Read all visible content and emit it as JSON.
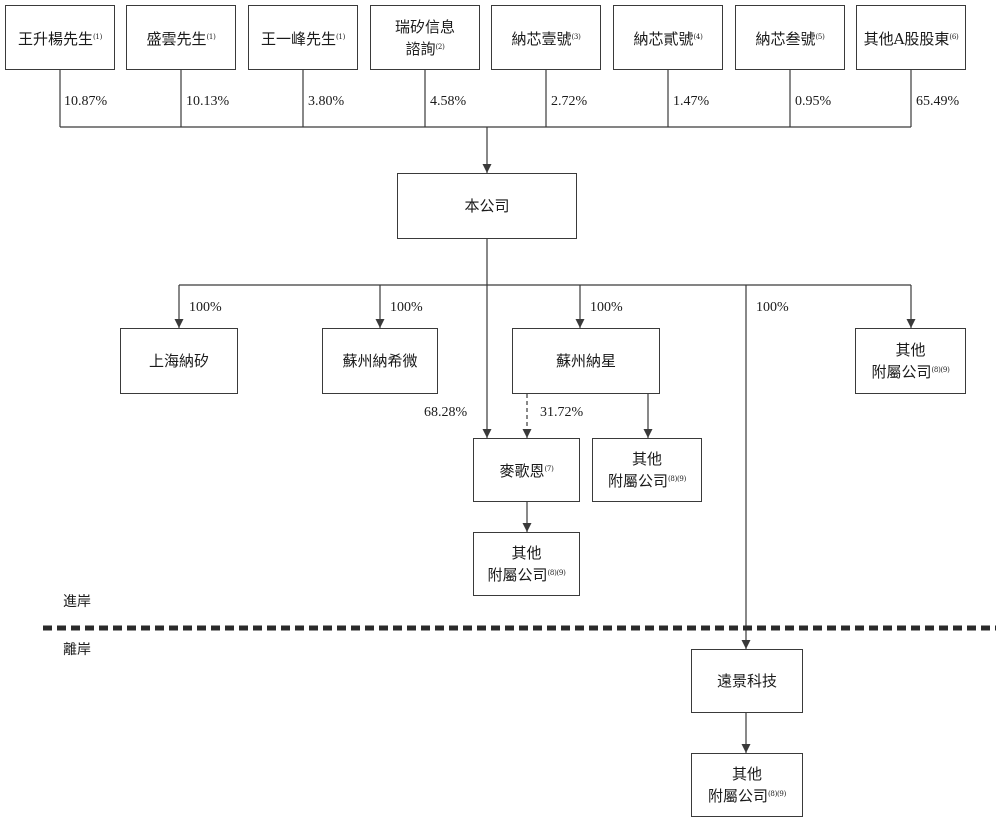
{
  "shareholders": [
    {
      "name": "王升楊先生",
      "note": "(1)",
      "pct": "10.87%"
    },
    {
      "name": "盛雲先生",
      "note": "(1)",
      "pct": "10.13%"
    },
    {
      "name": "王一峰先生",
      "note": "(1)",
      "pct": "3.80%"
    },
    {
      "name": "瑞矽信息",
      "name2": "諮詢",
      "note": "(2)",
      "pct": "4.58%"
    },
    {
      "name": "納芯壹號",
      "note": "(3)",
      "pct": "2.72%"
    },
    {
      "name": "納芯貳號",
      "note": "(4)",
      "pct": "1.47%"
    },
    {
      "name": "納芯叁號",
      "note": "(5)",
      "pct": "0.95%"
    },
    {
      "name": "其他A股股東",
      "note": "(6)",
      "pct": "65.49%"
    }
  ],
  "company": {
    "name": "本公司"
  },
  "subsidiaries": {
    "shanghai": {
      "name": "上海納矽",
      "pct": "100%"
    },
    "suzhou_xiwei": {
      "name": "蘇州納希微",
      "pct": "100%"
    },
    "suzhou_naxing": {
      "name": "蘇州納星",
      "pct": "100%"
    },
    "others_top": {
      "line1": "其他",
      "line2": "附屬公司",
      "note": "(8)(9)"
    },
    "maigeen": {
      "name": "麥歌恩",
      "note": "(7)",
      "pct_company": "68.28%",
      "pct_naxing": "31.72%"
    },
    "others_naxing": {
      "line1": "其他",
      "line2": "附屬公司",
      "note": "(8)(9)"
    },
    "others_maigeen": {
      "line1": "其他",
      "line2": "附屬公司",
      "note": "(8)(9)"
    },
    "yuanjing": {
      "name": "遠景科技",
      "pct": "100%"
    },
    "others_yuanjing": {
      "line1": "其他",
      "line2": "附屬公司",
      "note": "(8)(9)"
    }
  },
  "zones": {
    "onshore": "進岸",
    "offshore": "離岸"
  },
  "colors": {
    "line": "#3a3a3a",
    "text": "#1a1a1a",
    "background": "#ffffff"
  }
}
